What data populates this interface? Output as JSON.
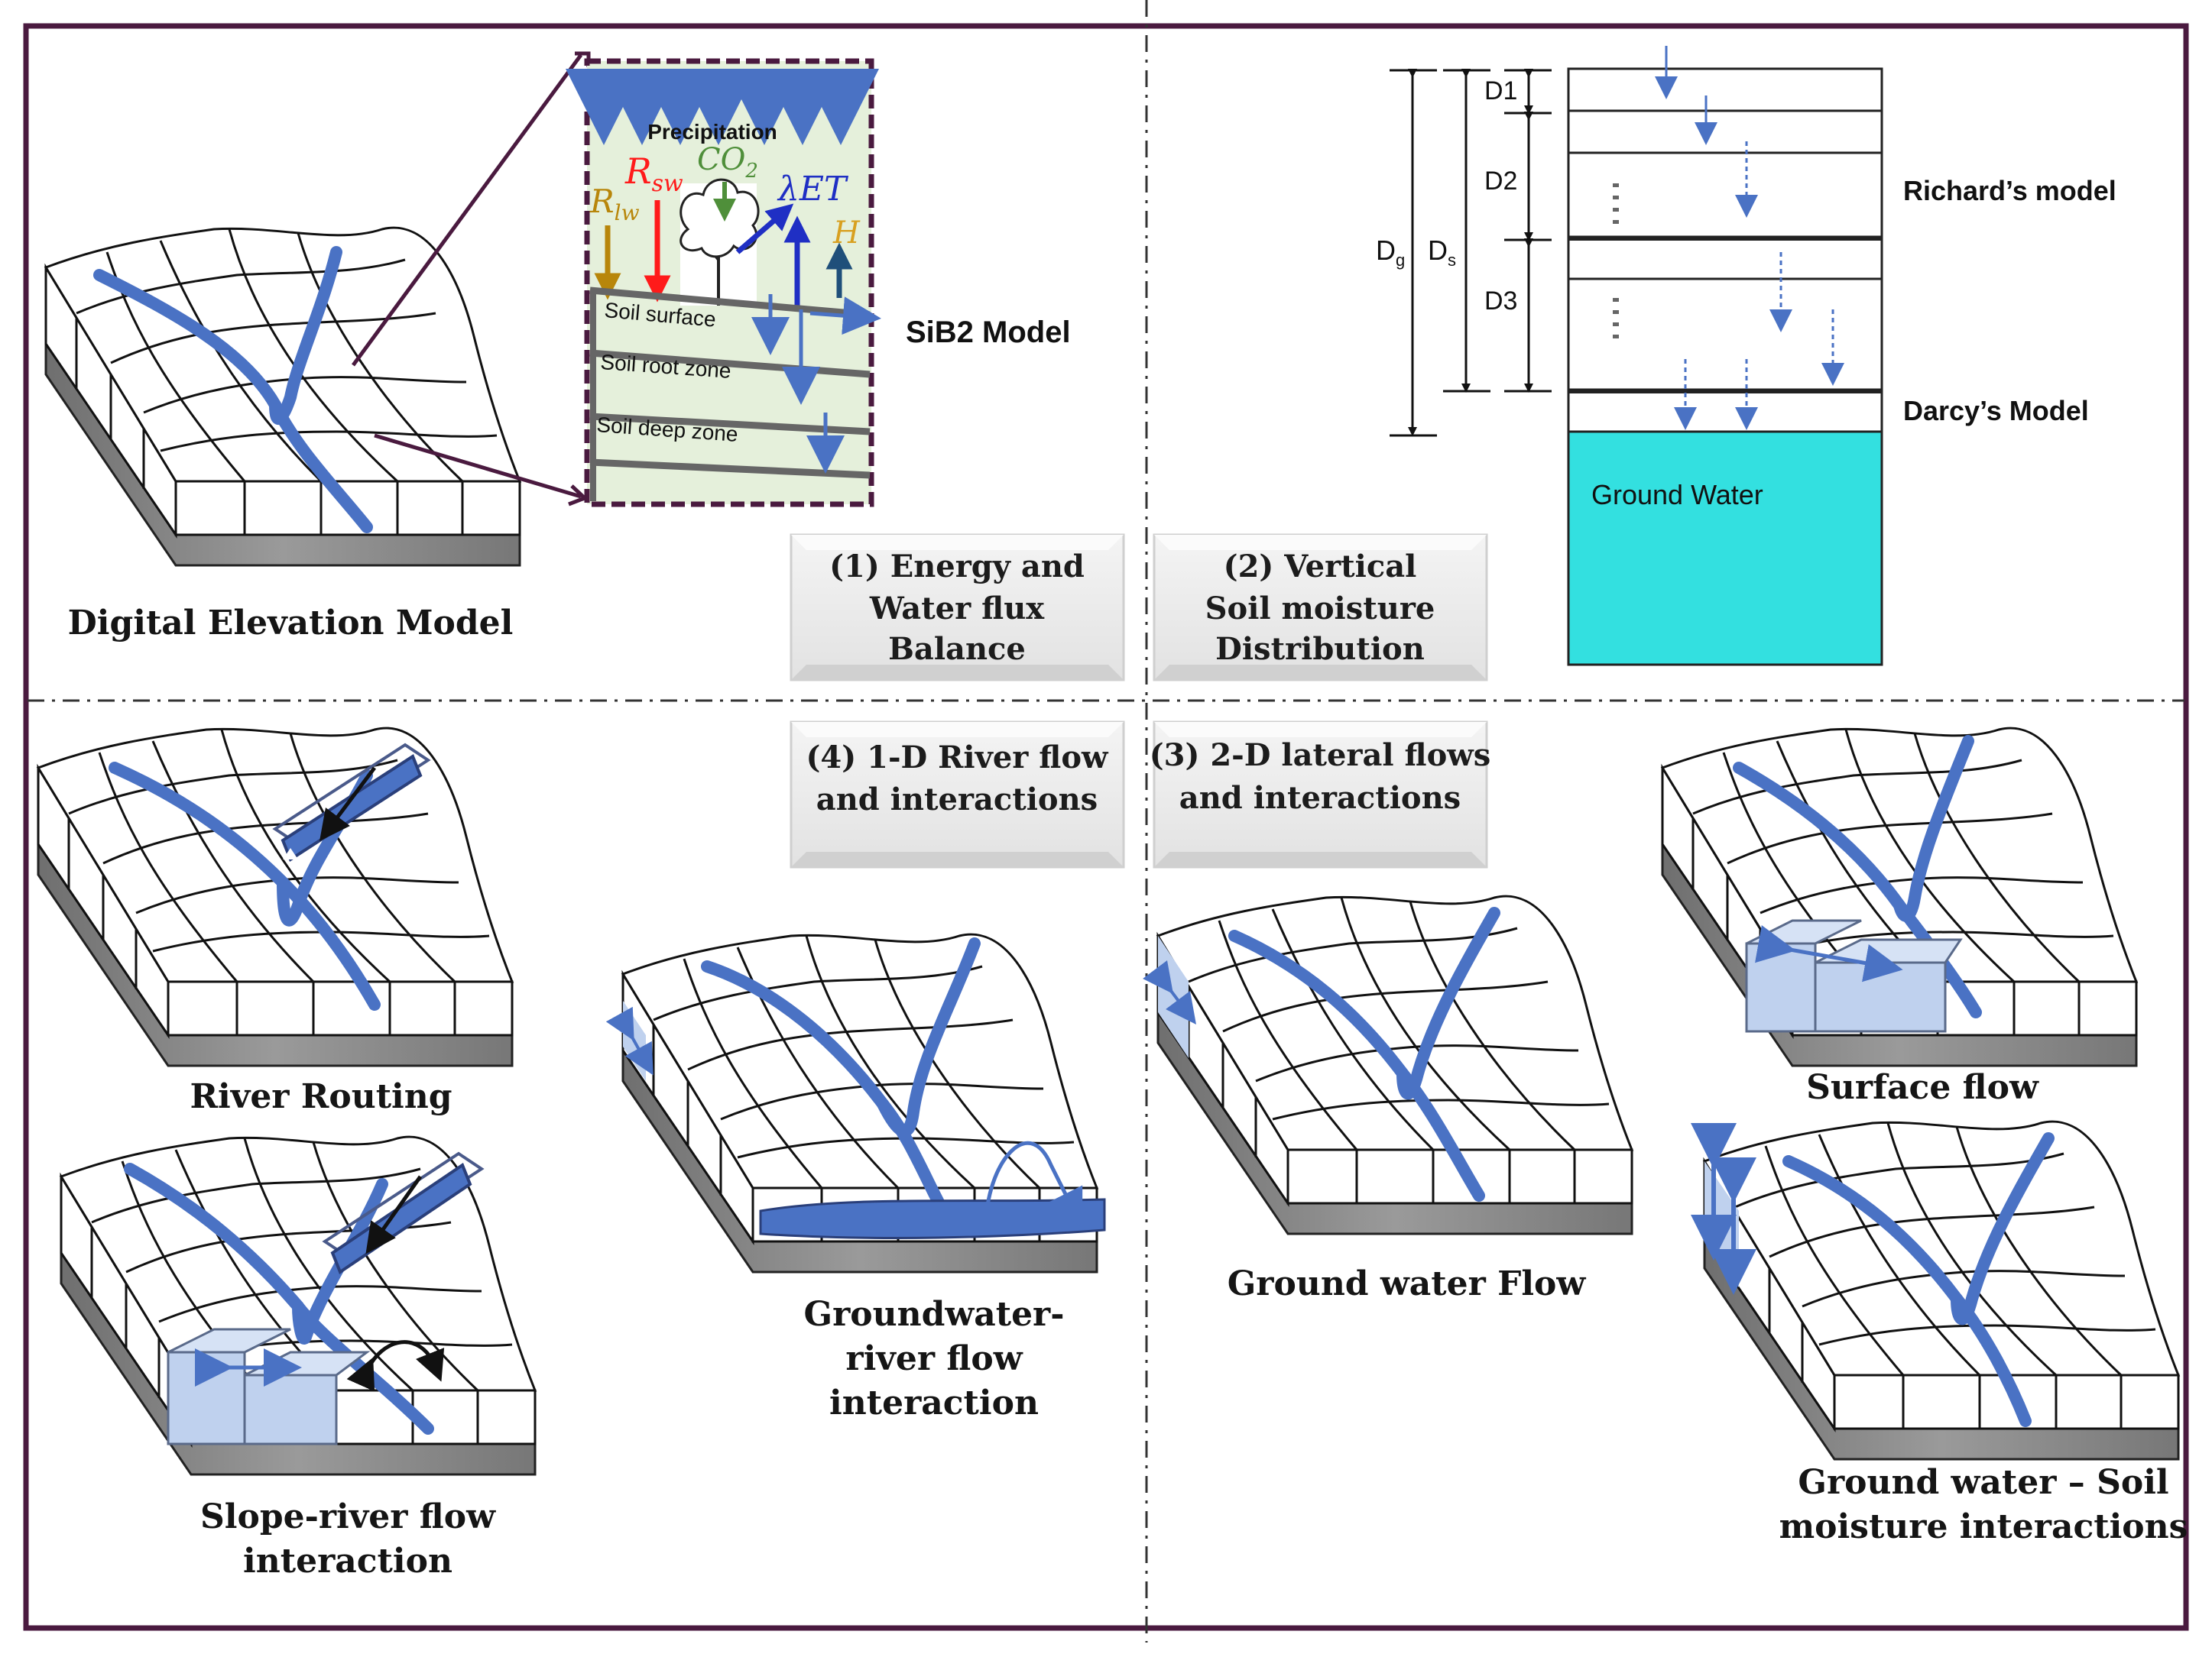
{
  "colors": {
    "frame": "#4a1a3f",
    "river": "#4a72c4",
    "groundwater": "#33e0e0",
    "sib2_bg": "#e5f0db",
    "sib2_border": "#4a1a3f",
    "shadow_base": "#7f7f7f",
    "flow_box": "#bfd1ee",
    "rsw": "#ff1a1a",
    "rlw": "#b8860b",
    "co2": "#4f8f3a",
    "et": "#1f2fc4",
    "heat": "#d8a020"
  },
  "labels": {
    "dem": "Digital Elevation Model",
    "sib2": "SiB2 Model",
    "river_routing": "River Routing",
    "slope_river": [
      "Slope-river flow",
      "interaction"
    ],
    "gw_river": [
      "Groundwater-",
      "river flow",
      "interaction"
    ],
    "gw_flow": "Ground water Flow",
    "surface_flow": "Surface flow",
    "gw_soil": [
      "Ground water – Soil",
      "moisture interactions"
    ]
  },
  "panels": {
    "p1": [
      "(1) Energy and",
      "Water flux",
      "Balance"
    ],
    "p2": [
      "(2) Vertical",
      "Soil moisture",
      "Distribution"
    ],
    "p4": [
      "(4) 1-D River flow",
      "and interactions"
    ],
    "p3": [
      "(3) 2-D lateral flows",
      "and interactions"
    ]
  },
  "sib2": {
    "precip": "Precipitation",
    "rsw": "R",
    "rsw_sub": "sw",
    "co2": "CO",
    "co2_sub": "2",
    "rlw": "R",
    "rlw_sub": "lw",
    "et": "λET",
    "h": "H",
    "layers": [
      "Soil surface",
      "Soil root zone",
      "Soil deep zone"
    ]
  },
  "soil_column": {
    "dg": "D",
    "dg_sub": "g",
    "ds": "D",
    "ds_sub": "s",
    "d1": "D1",
    "d2": "D2",
    "d3": "D3",
    "richards": "Richard’s model",
    "darcy": "Darcy’s Model",
    "groundwater": "Ground Water"
  }
}
